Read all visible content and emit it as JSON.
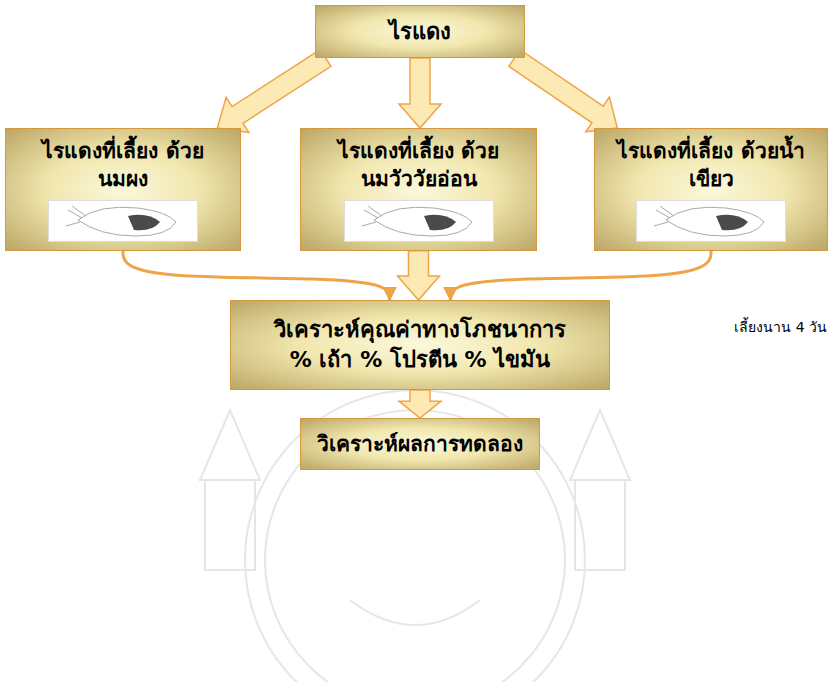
{
  "diagram": {
    "nodes": [
      {
        "text": [
          "ไรแดง"
        ]
      },
      {
        "text": [
          "ไรแดงที่เลี้ยง ด้วยนมผง"
        ]
      },
      {
        "text": [
          "ไรแดงที่เลี้ยง ด้วยนมวัววัยอ่อน"
        ]
      },
      {
        "text": [
          "ไรแดงที่เลี้ยง ด้วยน้ำเขียว"
        ]
      },
      {
        "text": [
          "วิเคราะห์คุณค่าทางโภชนาการ",
          "% เถ้า % โปรตีน % ไขมัน"
        ]
      },
      {
        "text": [
          "วิเคราะห์ผลการทดลอง"
        ]
      }
    ],
    "edges": [
      {
        "from": 0,
        "to": 1,
        "arrow": "to"
      },
      {
        "from": 0,
        "to": 2,
        "arrow": "to"
      },
      {
        "from": 0,
        "to": 3,
        "arrow": "to"
      },
      {
        "from": 1,
        "to": 4,
        "arrow": "to"
      },
      {
        "from": 2,
        "to": 4,
        "arrow": "to"
      },
      {
        "from": 3,
        "to": 4,
        "arrow": "to"
      },
      {
        "from": 4,
        "to": 5,
        "arrow": "to"
      }
    ],
    "labels": [
      "เลี้ยงนาน 4 วัน"
    ]
  }
}
